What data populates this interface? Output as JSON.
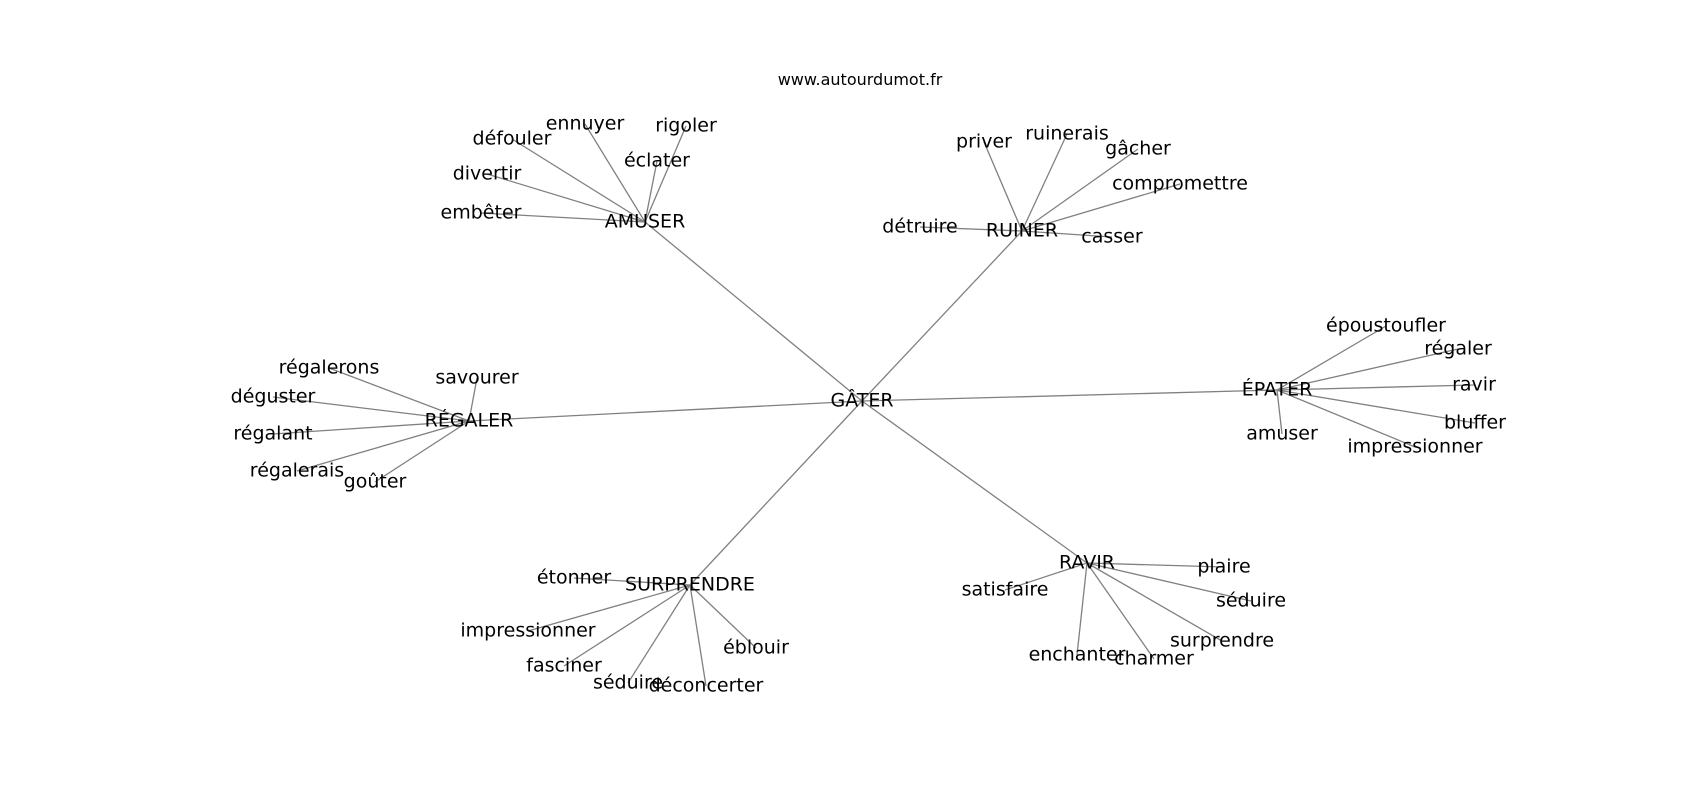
{
  "header": {
    "source": "www.autourdumot.fr"
  },
  "graph": {
    "center": "GÂTER",
    "groups": [
      {
        "label": "AMUSER",
        "neighbors": [
          "ennuyer",
          "rigoler",
          "défouler",
          "éclater",
          "divertir",
          "embêter"
        ]
      },
      {
        "label": "RUINER",
        "neighbors": [
          "priver",
          "ruinerais",
          "gâcher",
          "compromettre",
          "détruire",
          "casser"
        ]
      },
      {
        "label": "ÉPATER",
        "neighbors": [
          "époustoufler",
          "régaler",
          "ravir",
          "bluffer",
          "amuser",
          "impressionner"
        ]
      },
      {
        "label": "RAVIR",
        "neighbors": [
          "plaire",
          "satisfaire",
          "séduire",
          "surprendre",
          "enchanter",
          "charmer"
        ]
      },
      {
        "label": "SURPRENDRE",
        "neighbors": [
          "étonner",
          "impressionner",
          "éblouir",
          "fasciner",
          "séduire",
          "déconcerter"
        ]
      },
      {
        "label": "RÉGALER",
        "neighbors": [
          "régalerons",
          "savourer",
          "déguster",
          "régalant",
          "régalerais",
          "goûter"
        ]
      }
    ]
  }
}
